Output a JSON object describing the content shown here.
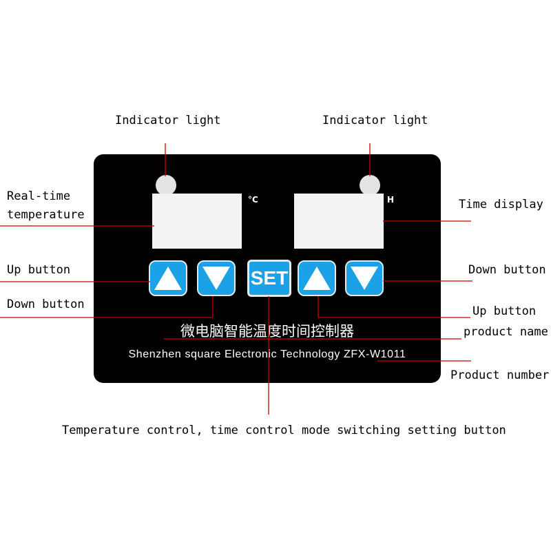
{
  "labels": {
    "indicator_left": "Indicator light",
    "indicator_right": "Indicator light",
    "realtime_line1": "Real-time",
    "realtime_line2": "temperature",
    "time_display": "Time display",
    "up_left": "Up button",
    "down_left": "Down button",
    "down_right": "Down button",
    "up_right": "Up button",
    "product_name": "product name",
    "product_number": "Product number",
    "set_desc": "Temperature control, time control mode switching setting button"
  },
  "panel": {
    "temp_unit": "°C",
    "time_unit": "H",
    "set_label": "SET",
    "chinese_name": "微电脑智能温度时间控制器",
    "company_line": "Shenzhen square Electronic Technology ZFX-W1011"
  },
  "colors": {
    "panel_bg": "#000000",
    "button_blue": "#1aa1e6",
    "leader_line": "#cc0000"
  },
  "icons": [
    "up-arrow-icon",
    "down-arrow-icon"
  ]
}
